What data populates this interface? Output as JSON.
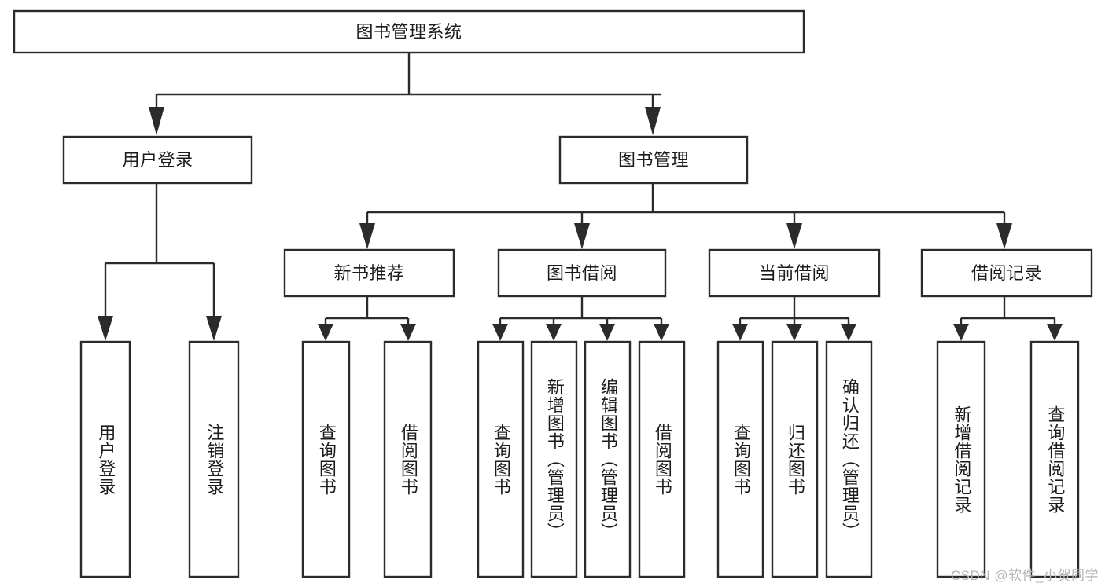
{
  "diagram": {
    "title": "图书管理系统",
    "type": "tree",
    "orientation": "top-down",
    "colors": {
      "box_fill": "#ffffff",
      "box_stroke": "#2b2b2b",
      "connector": "#2b2b2b",
      "text": "#1c1c1c",
      "watermark": "#b4b4b4",
      "background": "#ffffff"
    },
    "watermark": "CSDN @软件_小贺同学",
    "nodes": {
      "root": {
        "label": "图书管理系统",
        "orientation": "horizontal"
      },
      "level2": [
        {
          "label": "用户登录",
          "orientation": "horizontal"
        },
        {
          "label": "图书管理",
          "orientation": "horizontal"
        }
      ],
      "level3": [
        {
          "label": "新书推荐",
          "orientation": "horizontal"
        },
        {
          "label": "图书借阅",
          "orientation": "horizontal"
        },
        {
          "label": "当前借阅",
          "orientation": "horizontal"
        },
        {
          "label": "借阅记录",
          "orientation": "horizontal"
        }
      ],
      "leaves": [
        {
          "label": "用户登录",
          "orientation": "vertical",
          "parent": "用户登录"
        },
        {
          "label": "注销登录",
          "orientation": "vertical",
          "parent": "用户登录"
        },
        {
          "label": "查询图书",
          "orientation": "vertical",
          "parent": "新书推荐"
        },
        {
          "label": "借阅图书",
          "orientation": "vertical",
          "parent": "新书推荐"
        },
        {
          "label": "查询图书",
          "orientation": "vertical",
          "parent": "图书借阅"
        },
        {
          "label": "新增图书（管理员）",
          "orientation": "vertical",
          "parent": "图书借阅"
        },
        {
          "label": "编辑图书（管理员）",
          "orientation": "vertical",
          "parent": "图书借阅"
        },
        {
          "label": "借阅图书",
          "orientation": "vertical",
          "parent": "图书借阅"
        },
        {
          "label": "查询图书",
          "orientation": "vertical",
          "parent": "当前借阅"
        },
        {
          "label": "归还图书",
          "orientation": "vertical",
          "parent": "当前借阅"
        },
        {
          "label": "确认归还（管理员）",
          "orientation": "vertical",
          "parent": "当前借阅"
        },
        {
          "label": "新增借阅记录",
          "orientation": "vertical",
          "parent": "借阅记录"
        },
        {
          "label": "查询借阅记录",
          "orientation": "vertical",
          "parent": "借阅记录"
        }
      ]
    }
  }
}
